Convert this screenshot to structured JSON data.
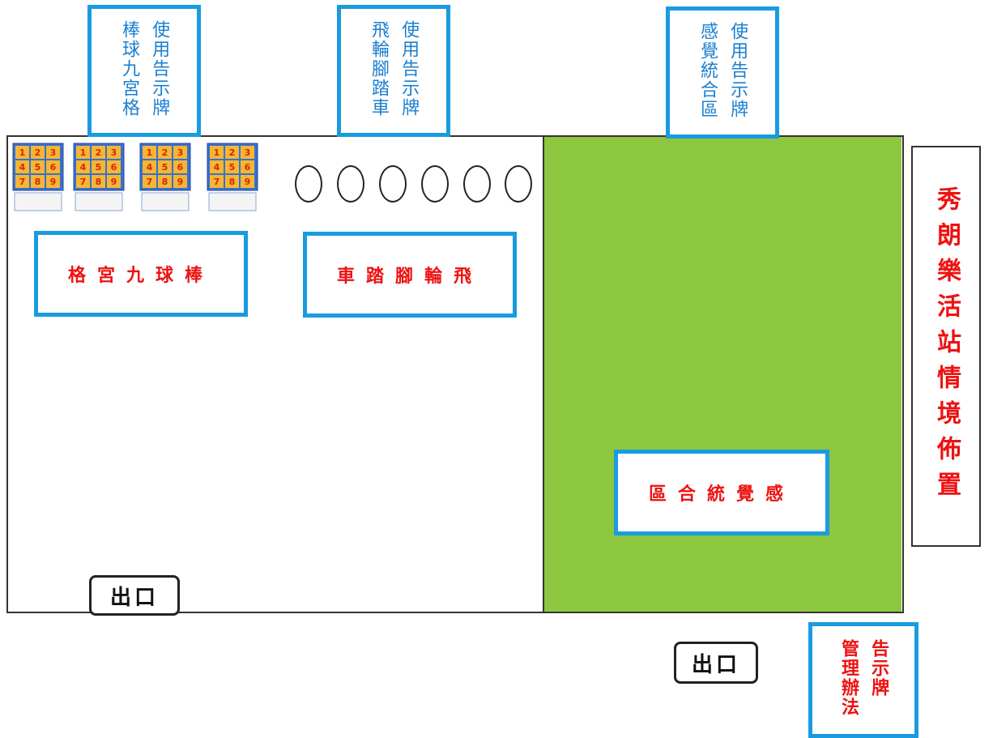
{
  "signs": {
    "baseball": [
      "使用告示牌",
      "棒球九宮格"
    ],
    "bicycle": [
      "使用告示牌",
      "飛輪腳踏車"
    ],
    "sensory": [
      "使用告示牌",
      "感覺統合區"
    ],
    "management": [
      "告示牌",
      "管理辦法"
    ]
  },
  "labels": {
    "baseball_area": "格宮九球棒",
    "bicycle_area": "車踏腳輪飛",
    "sensory_area": "區合統覺感"
  },
  "title": "秀朗樂活站情境佈置",
  "exits": {
    "left": "出口",
    "bottom": "出口"
  },
  "baseball_grid_numbers": [
    "1",
    "2",
    "3",
    "4",
    "5",
    "6",
    "7",
    "8",
    "9"
  ],
  "colors": {
    "sign_border": "#1a9be0",
    "grass": "#8dc63f",
    "label_text": "#e11111",
    "sign_text": "#1a7fd0"
  }
}
